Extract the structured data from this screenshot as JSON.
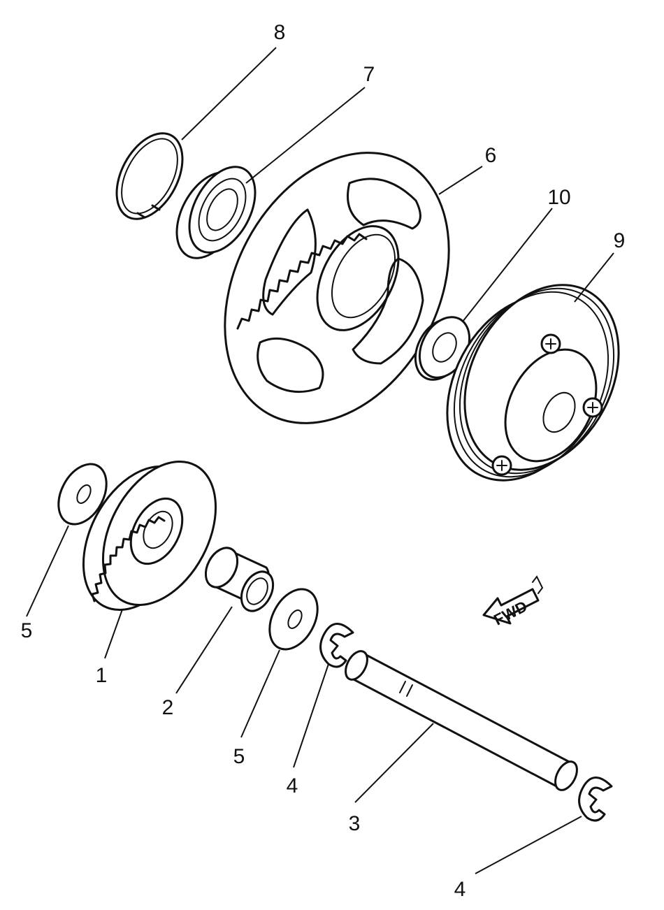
{
  "callouts": {
    "c8": "8",
    "c7": "7",
    "c6": "6",
    "c10": "10",
    "c9": "9",
    "c5a": "5",
    "c1": "1",
    "c2": "2",
    "c5b": "5",
    "c4a": "4",
    "c3": "3",
    "c4b": "4"
  },
  "direction_arrow": {
    "text": "FWD"
  }
}
